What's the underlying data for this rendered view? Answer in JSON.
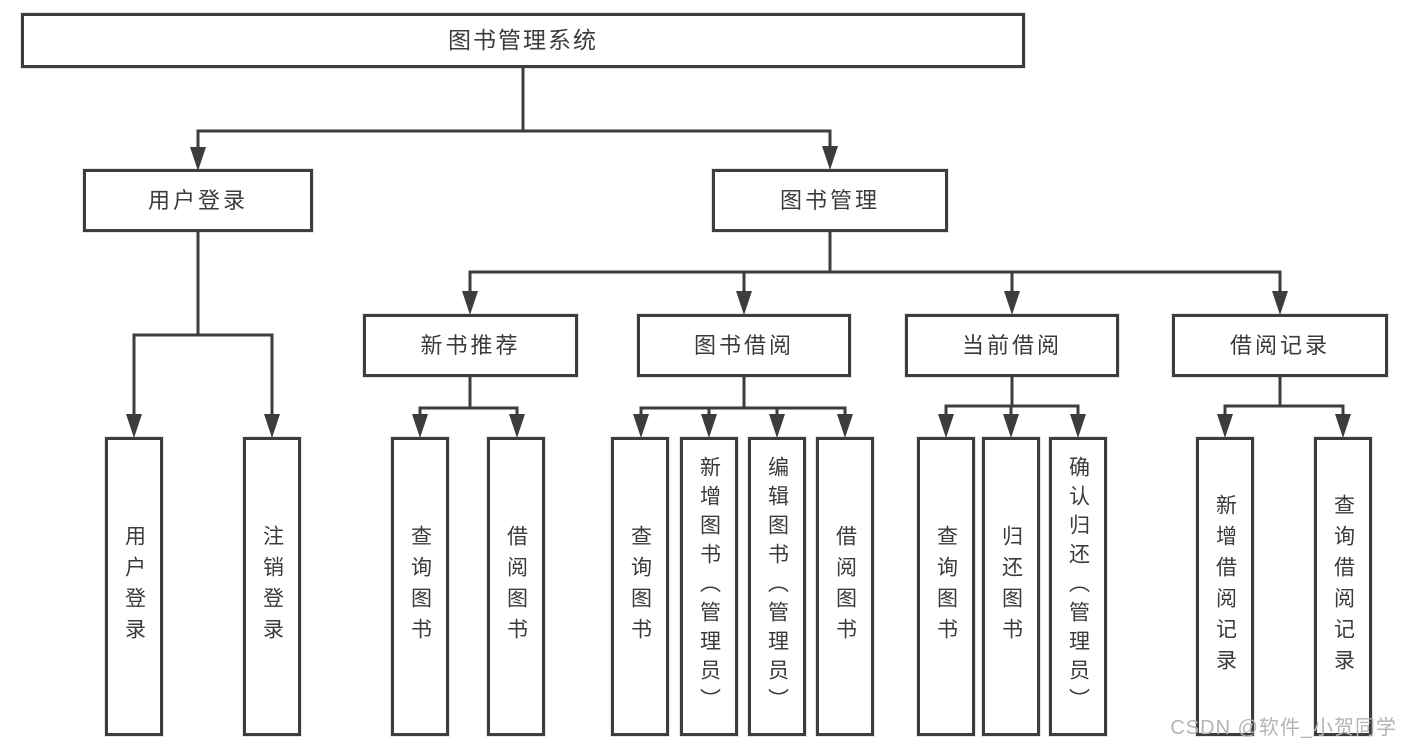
{
  "diagram": {
    "nodes": {
      "root": "图书管理系统",
      "user_login": "用户登录",
      "book_management": "图书管理",
      "new_book_recommendation": "新书推荐",
      "book_borrowing": "图书借阅",
      "current_borrowing": "当前借阅",
      "borrowing_records": "借阅记录",
      "leaf_user_login": "用户登录",
      "leaf_logout": "注销登录",
      "recommend_query_books": "查询图书",
      "recommend_borrow_books": "借阅图书",
      "borrow_query_books": "查询图书",
      "borrow_add_books_admin": "新增图书（管理员）",
      "borrow_edit_books_admin": "编辑图书（管理员）",
      "borrow_borrow_books": "借阅图书",
      "current_query_books": "查询图书",
      "current_return_books": "归还图书",
      "current_confirm_return_admin": "确认归还（管理员）",
      "records_add_record": "新增借阅记录",
      "records_query_record": "查询借阅记录"
    },
    "watermark": "CSDN @软件_小贺同学",
    "colors": {
      "line": "#3d3d3d",
      "text": "#3b3b3b",
      "watermark": "#b4b4b4",
      "background": "#ffffff"
    }
  }
}
